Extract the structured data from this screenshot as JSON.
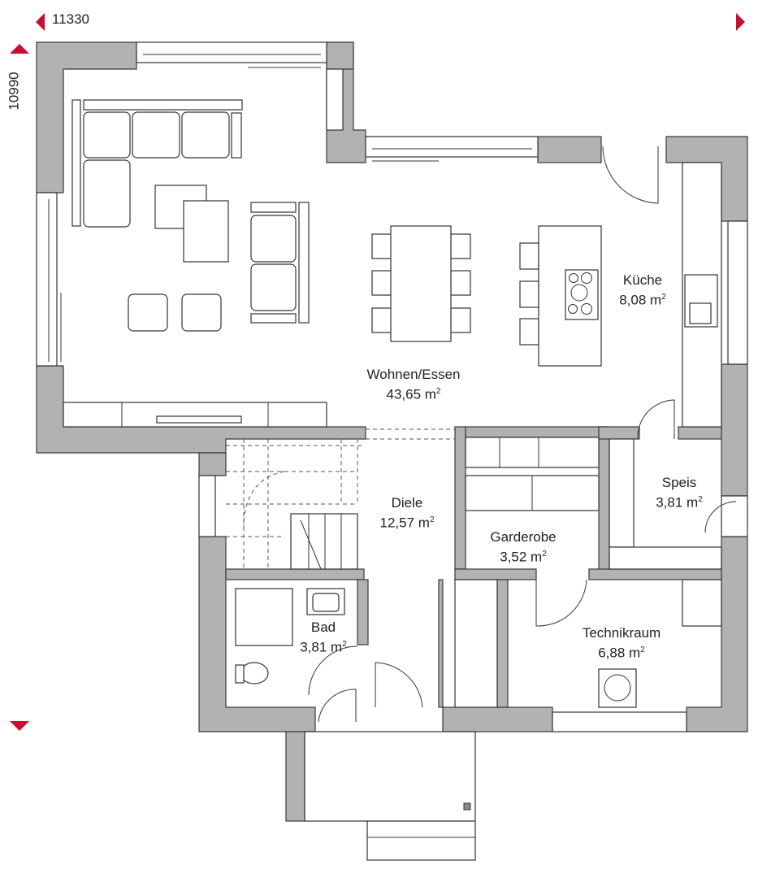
{
  "dimensions": {
    "width": "11330",
    "depth": "10990"
  },
  "rooms": [
    {
      "name": "Wohnen/Essen",
      "area": "43,65 m",
      "unit_sup": "2"
    },
    {
      "name": "Küche",
      "area": "8,08 m",
      "unit_sup": "2"
    },
    {
      "name": "Diele",
      "area": "12,57 m",
      "unit_sup": "2"
    },
    {
      "name": "Speis",
      "area": "3,81 m",
      "unit_sup": "2"
    },
    {
      "name": "Garderobe",
      "area": "3,52 m",
      "unit_sup": "2"
    },
    {
      "name": "Bad",
      "area": "3,81 m",
      "unit_sup": "2"
    },
    {
      "name": "Technikraum",
      "area": "6,88 m",
      "unit_sup": "2"
    }
  ],
  "colors": {
    "wall": "#b2b2b2",
    "marker": "#c8102e"
  }
}
